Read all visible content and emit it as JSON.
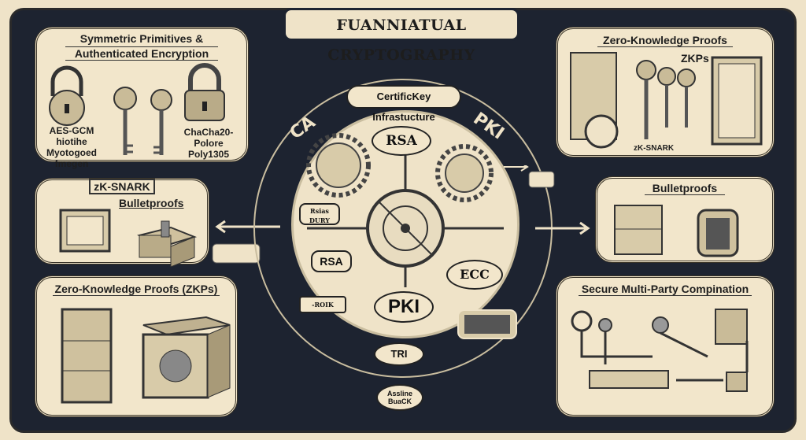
{
  "title": "FUANNIATUAL CRYPTOGRAPHY",
  "left_panels": [
    {
      "title_line1": "Symmetric Primitives &",
      "title_line2": "Authenticated Encryption",
      "label_left": [
        "AES-GCM",
        "hiotihe",
        "Myotogoed",
        "fmegen"
      ],
      "label_right": [
        "ChaCha20-",
        "Polore",
        "Poly1305"
      ]
    },
    {
      "title": "zK-SNARK",
      "subtitle": "Bulletproofs"
    },
    {
      "title": "Zero-Knowledge Proofs (ZKPs)"
    }
  ],
  "right_panels": [
    {
      "title": "Zero-Knowledge Proofs",
      "subtitle": "ZKPs",
      "caption": "zK-SNARK"
    },
    {
      "title": "Bulletproofs"
    },
    {
      "title": "Secure Multi-Party Compination"
    }
  ],
  "center": {
    "header": "CertificKey Infrastucture",
    "ring_left": "CA",
    "ring_right": "PKI",
    "nodes": {
      "top": "RSA",
      "left": "RSA",
      "right": "ECC",
      "bottom": "PKI",
      "below": "TRI",
      "tag_left": "Rsias DURY",
      "tag_bottom": "-ROIK"
    },
    "footer": [
      "Assline",
      "BuaCK"
    ]
  }
}
